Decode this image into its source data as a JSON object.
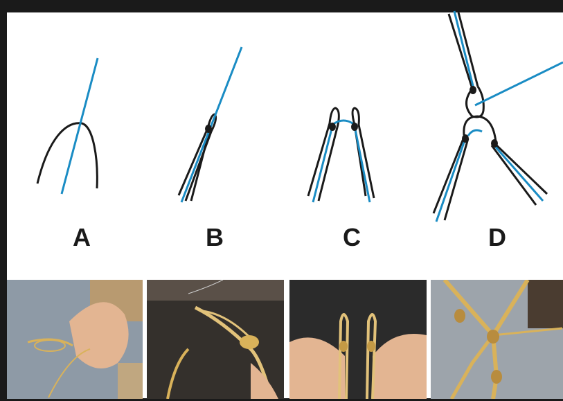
{
  "panels": [
    {
      "label": "A"
    },
    {
      "label": "B"
    },
    {
      "label": "C"
    },
    {
      "label": "D"
    }
  ],
  "colors": {
    "strand_dark": "#1a1a1a",
    "strand_blue": "#1a8cc4",
    "frame": "#1a1a1a",
    "rope": "#d9b25a"
  },
  "photos": [
    {
      "name": "photo-step-a"
    },
    {
      "name": "photo-step-b"
    },
    {
      "name": "photo-step-c"
    },
    {
      "name": "photo-step-d"
    }
  ]
}
